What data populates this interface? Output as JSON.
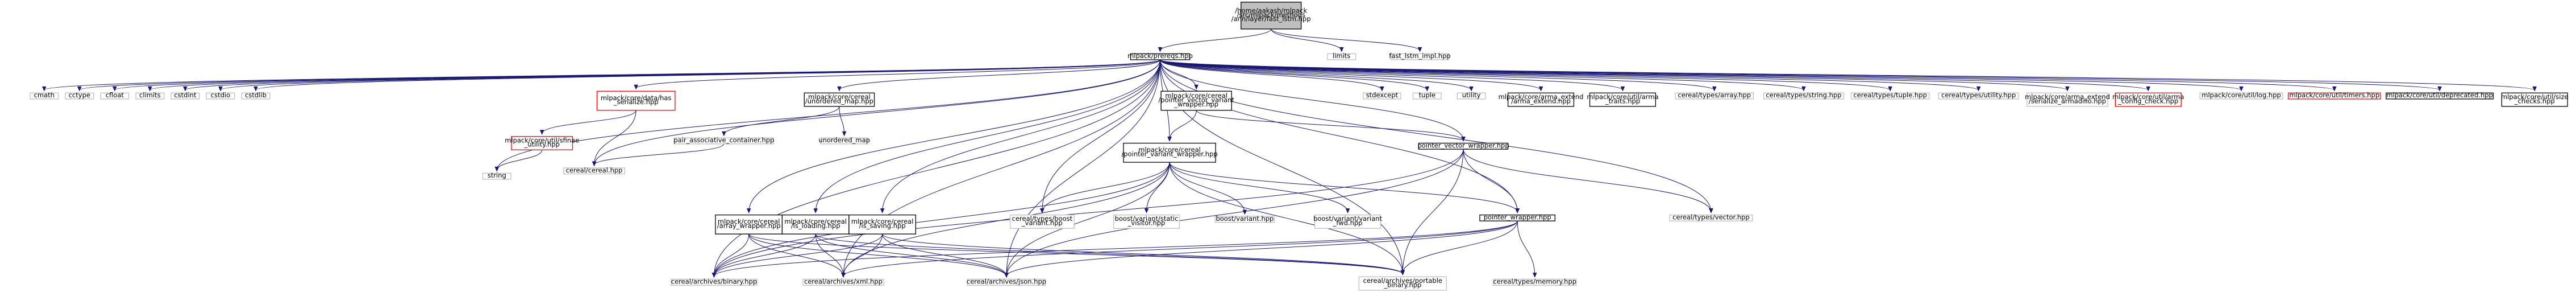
{
  "diagram": {
    "nodes": [
      {
        "id": "root",
        "lines": [
          "/home/aakash/mlpack",
          "/src/mlpack/methods",
          "/ann/layer/fast_lstm.hpp"
        ],
        "style": "root"
      },
      {
        "id": "prereq",
        "lines": [
          "mlpack/prereqs.hpp"
        ],
        "style": "normal"
      },
      {
        "id": "limits",
        "lines": [
          "limits"
        ],
        "style": "leaf"
      },
      {
        "id": "fast_lstm_impl",
        "lines": [
          "fast_lstm_impl.hpp"
        ],
        "style": "leaf"
      },
      {
        "id": "cmath",
        "lines": [
          "cmath"
        ],
        "style": "leaf"
      },
      {
        "id": "cctype",
        "lines": [
          "cctype"
        ],
        "style": "leaf"
      },
      {
        "id": "cfloat",
        "lines": [
          "cfloat"
        ],
        "style": "leaf"
      },
      {
        "id": "climits",
        "lines": [
          "climits"
        ],
        "style": "leaf"
      },
      {
        "id": "cstdint",
        "lines": [
          "cstdint"
        ],
        "style": "leaf"
      },
      {
        "id": "cstdio",
        "lines": [
          "cstdio"
        ],
        "style": "leaf"
      },
      {
        "id": "cstdlib",
        "lines": [
          "cstdlib"
        ],
        "style": "leaf"
      },
      {
        "id": "has_serialize",
        "lines": [
          "mlpack/core/data/has",
          "_serialize.hpp"
        ],
        "style": "red"
      },
      {
        "id": "unordered_map_hpp",
        "lines": [
          "mlpack/core/cereal",
          "/unordered_map.hpp"
        ],
        "style": "normal"
      },
      {
        "id": "pointer_vector_variant",
        "lines": [
          "mlpack/core/cereal",
          "/pointer_vector_variant",
          "_wrapper.hpp"
        ],
        "style": "normal"
      },
      {
        "id": "stdexcept",
        "lines": [
          "stdexcept"
        ],
        "style": "leaf"
      },
      {
        "id": "tuple",
        "lines": [
          "tuple"
        ],
        "style": "leaf"
      },
      {
        "id": "utility",
        "lines": [
          "utility"
        ],
        "style": "leaf"
      },
      {
        "id": "arma_extend",
        "lines": [
          "mlpack/core/arma_extend",
          "/arma_extend.hpp"
        ],
        "style": "normal"
      },
      {
        "id": "arma_traits",
        "lines": [
          "mlpack/core/util/arma",
          "_traits.hpp"
        ],
        "style": "normal"
      },
      {
        "id": "array_hpp",
        "lines": [
          "cereal/types/array.hpp"
        ],
        "style": "leaf"
      },
      {
        "id": "string_hpp",
        "lines": [
          "cereal/types/string.hpp"
        ],
        "style": "leaf"
      },
      {
        "id": "tuple_hpp",
        "lines": [
          "cereal/types/tuple.hpp"
        ],
        "style": "leaf"
      },
      {
        "id": "utility_hpp",
        "lines": [
          "cereal/types/utility.hpp"
        ],
        "style": "leaf"
      },
      {
        "id": "serialize_armadillo",
        "lines": [
          "mlpack/core/arma_extend",
          "/serialize_armadillo.hpp"
        ],
        "style": "leaf"
      },
      {
        "id": "arma_config_check",
        "lines": [
          "mlpack/core/util/arma",
          "_config_check.hpp"
        ],
        "style": "red"
      },
      {
        "id": "log_hpp",
        "lines": [
          "mlpack/core/util/log.hpp"
        ],
        "style": "leaf"
      },
      {
        "id": "timers_hpp",
        "lines": [
          "mlpack/core/util/timers.hpp"
        ],
        "style": "red"
      },
      {
        "id": "deprecated_hpp",
        "lines": [
          "mlpack/core/util/deprecated.hpp"
        ],
        "style": "normal"
      },
      {
        "id": "size_checks",
        "lines": [
          "mlpack/core/util/size",
          "_checks.hpp"
        ],
        "style": "normal"
      },
      {
        "id": "sfinae_utility",
        "lines": [
          "mlpack/core/util/sfinae",
          "_utility.hpp"
        ],
        "style": "red"
      },
      {
        "id": "string",
        "lines": [
          "string"
        ],
        "style": "leaf"
      },
      {
        "id": "pair_assoc",
        "lines": [
          "pair_associative_container.hpp"
        ],
        "style": "leaf"
      },
      {
        "id": "unordered_map",
        "lines": [
          "unordered_map"
        ],
        "style": "leaf"
      },
      {
        "id": "cereal_hpp",
        "lines": [
          "cereal/cereal.hpp"
        ],
        "style": "leaf"
      },
      {
        "id": "pointer_variant_wrapper",
        "lines": [
          "mlpack/core/cereal",
          "/pointer_variant_wrapper.hpp"
        ],
        "style": "normal"
      },
      {
        "id": "pointer_vector_wrapper",
        "lines": [
          "pointer_vector_wrapper.hpp"
        ],
        "style": "normal"
      },
      {
        "id": "array_wrapper",
        "lines": [
          "mlpack/core/cereal",
          "/array_wrapper.hpp"
        ],
        "style": "normal"
      },
      {
        "id": "is_loading",
        "lines": [
          "mlpack/core/cereal",
          "/is_loading.hpp"
        ],
        "style": "normal"
      },
      {
        "id": "is_saving",
        "lines": [
          "mlpack/core/cereal",
          "/is_saving.hpp"
        ],
        "style": "normal"
      },
      {
        "id": "boost_variant_cereal",
        "lines": [
          "cereal/types/boost",
          "_variant.hpp"
        ],
        "style": "leaf"
      },
      {
        "id": "static_visitor",
        "lines": [
          "boost/variant/static",
          "_visitor.hpp"
        ],
        "style": "leaf"
      },
      {
        "id": "boost_variant",
        "lines": [
          "boost/variant.hpp"
        ],
        "style": "leaf"
      },
      {
        "id": "variant_fwd",
        "lines": [
          "boost/variant/variant",
          "_fwd.hpp"
        ],
        "style": "leaf"
      },
      {
        "id": "pointer_wrapper",
        "lines": [
          "pointer_wrapper.hpp"
        ],
        "style": "normal"
      },
      {
        "id": "vector_hpp",
        "lines": [
          "cereal/types/vector.hpp"
        ],
        "style": "leaf"
      },
      {
        "id": "binary_hpp",
        "lines": [
          "cereal/archives/binary.hpp"
        ],
        "style": "leaf"
      },
      {
        "id": "xml_hpp",
        "lines": [
          "cereal/archives/xml.hpp"
        ],
        "style": "leaf"
      },
      {
        "id": "json_hpp",
        "lines": [
          "cereal/archives/json.hpp"
        ],
        "style": "leaf"
      },
      {
        "id": "portable_binary",
        "lines": [
          "cereal/archives/portable",
          "_binary.hpp"
        ],
        "style": "leaf"
      },
      {
        "id": "memory_hpp",
        "lines": [
          "cereal/types/memory.hpp"
        ],
        "style": "leaf"
      }
    ],
    "edges": [
      [
        "root",
        "prereq"
      ],
      [
        "root",
        "limits"
      ],
      [
        "root",
        "fast_lstm_impl"
      ],
      [
        "prereq",
        "cmath"
      ],
      [
        "prereq",
        "cctype"
      ],
      [
        "prereq",
        "cfloat"
      ],
      [
        "prereq",
        "climits"
      ],
      [
        "prereq",
        "cstdint"
      ],
      [
        "prereq",
        "cstdio"
      ],
      [
        "prereq",
        "cstdlib"
      ],
      [
        "prereq",
        "has_serialize"
      ],
      [
        "prereq",
        "unordered_map_hpp"
      ],
      [
        "prereq",
        "pointer_vector_variant"
      ],
      [
        "prereq",
        "stdexcept"
      ],
      [
        "prereq",
        "tuple"
      ],
      [
        "prereq",
        "utility"
      ],
      [
        "prereq",
        "arma_extend"
      ],
      [
        "prereq",
        "arma_traits"
      ],
      [
        "prereq",
        "array_hpp"
      ],
      [
        "prereq",
        "string_hpp"
      ],
      [
        "prereq",
        "tuple_hpp"
      ],
      [
        "prereq",
        "utility_hpp"
      ],
      [
        "prereq",
        "serialize_armadillo"
      ],
      [
        "prereq",
        "arma_config_check"
      ],
      [
        "prereq",
        "log_hpp"
      ],
      [
        "prereq",
        "timers_hpp"
      ],
      [
        "prereq",
        "deprecated_hpp"
      ],
      [
        "prereq",
        "size_checks"
      ],
      [
        "prereq",
        "string"
      ],
      [
        "prereq",
        "cereal_hpp"
      ],
      [
        "prereq",
        "pointer_variant_wrapper"
      ],
      [
        "prereq",
        "pointer_vector_wrapper"
      ],
      [
        "prereq",
        "array_wrapper"
      ],
      [
        "prereq",
        "is_loading"
      ],
      [
        "prereq",
        "is_saving"
      ],
      [
        "prereq",
        "boost_variant_cereal"
      ],
      [
        "prereq",
        "pointer_wrapper"
      ],
      [
        "prereq",
        "vector_hpp"
      ],
      [
        "prereq",
        "binary_hpp"
      ],
      [
        "prereq",
        "xml_hpp"
      ],
      [
        "prereq",
        "json_hpp"
      ],
      [
        "prereq",
        "portable_binary"
      ],
      [
        "has_serialize",
        "sfinae_utility"
      ],
      [
        "has_serialize",
        "cereal_hpp"
      ],
      [
        "sfinae_utility",
        "string"
      ],
      [
        "unordered_map_hpp",
        "pair_assoc"
      ],
      [
        "unordered_map_hpp",
        "unordered_map"
      ],
      [
        "pair_assoc",
        "cereal_hpp"
      ],
      [
        "pointer_vector_variant",
        "pointer_variant_wrapper"
      ],
      [
        "pointer_vector_variant",
        "pointer_vector_wrapper"
      ],
      [
        "pointer_variant_wrapper",
        "boost_variant_cereal"
      ],
      [
        "pointer_variant_wrapper",
        "static_visitor"
      ],
      [
        "pointer_variant_wrapper",
        "boost_variant"
      ],
      [
        "pointer_variant_wrapper",
        "variant_fwd"
      ],
      [
        "pointer_variant_wrapper",
        "pointer_wrapper"
      ],
      [
        "pointer_variant_wrapper",
        "binary_hpp"
      ],
      [
        "pointer_variant_wrapper",
        "xml_hpp"
      ],
      [
        "pointer_variant_wrapper",
        "json_hpp"
      ],
      [
        "pointer_variant_wrapper",
        "portable_binary"
      ],
      [
        "pointer_vector_wrapper",
        "pointer_wrapper"
      ],
      [
        "pointer_vector_wrapper",
        "vector_hpp"
      ],
      [
        "pointer_vector_wrapper",
        "binary_hpp"
      ],
      [
        "pointer_vector_wrapper",
        "json_hpp"
      ],
      [
        "pointer_vector_wrapper",
        "portable_binary"
      ],
      [
        "pointer_wrapper",
        "memory_hpp"
      ],
      [
        "pointer_wrapper",
        "binary_hpp"
      ],
      [
        "pointer_wrapper",
        "xml_hpp"
      ],
      [
        "pointer_wrapper",
        "json_hpp"
      ],
      [
        "pointer_wrapper",
        "portable_binary"
      ],
      [
        "array_wrapper",
        "binary_hpp"
      ],
      [
        "array_wrapper",
        "xml_hpp"
      ],
      [
        "array_wrapper",
        "json_hpp"
      ],
      [
        "array_wrapper",
        "portable_binary"
      ],
      [
        "is_loading",
        "binary_hpp"
      ],
      [
        "is_loading",
        "xml_hpp"
      ],
      [
        "is_loading",
        "json_hpp"
      ],
      [
        "is_loading",
        "portable_binary"
      ],
      [
        "is_saving",
        "binary_hpp"
      ],
      [
        "is_saving",
        "xml_hpp"
      ],
      [
        "is_saving",
        "json_hpp"
      ],
      [
        "is_saving",
        "portable_binary"
      ]
    ]
  }
}
